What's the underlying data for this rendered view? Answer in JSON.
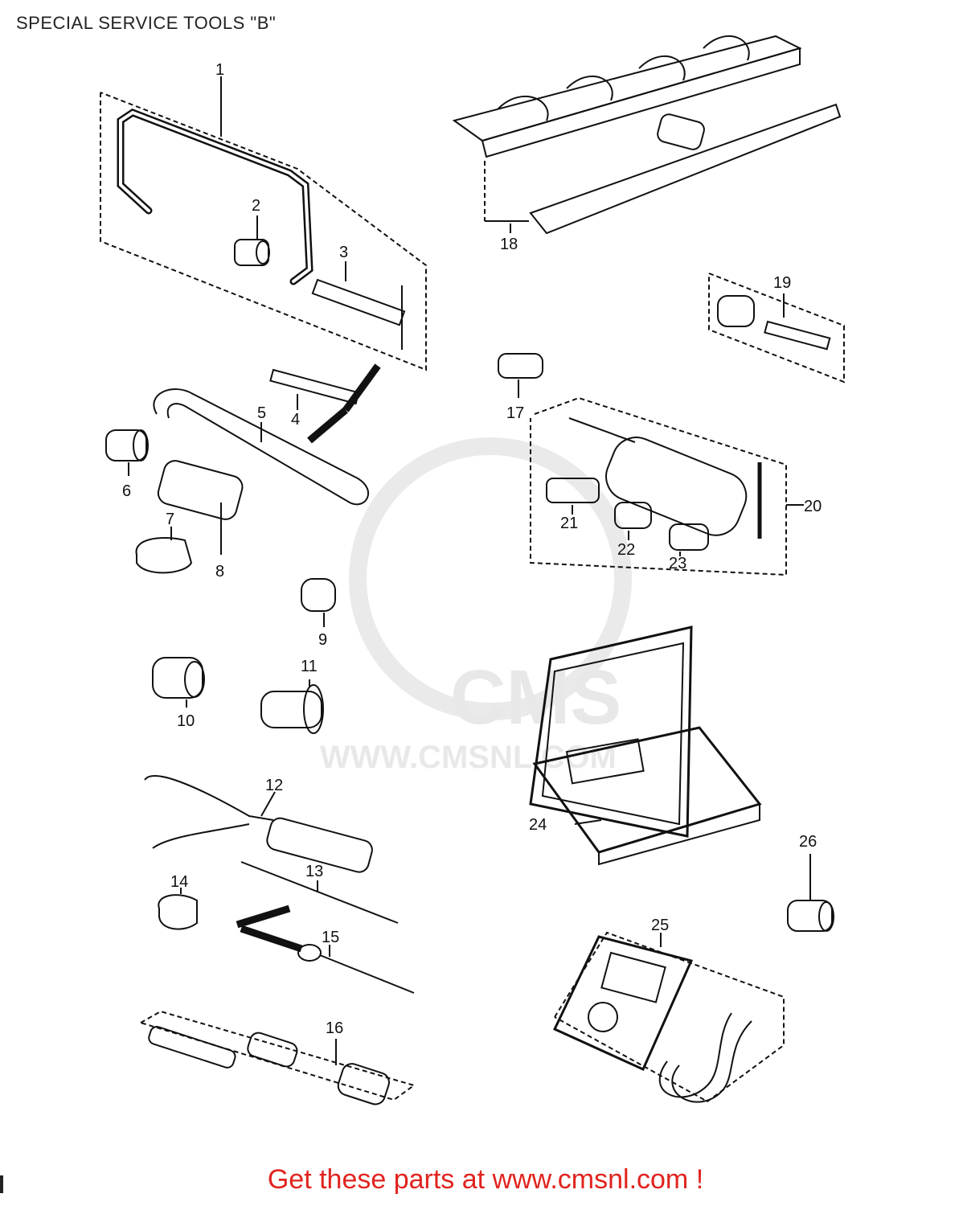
{
  "page": {
    "title": "SPECIAL SERVICE TOOLS \"B\"",
    "footer": "Get these parts at www.cmsnl.com !"
  },
  "watermark": {
    "brand": "CMS",
    "url": "WWW.CMSNL.COM"
  },
  "callouts": [
    "1",
    "2",
    "3",
    "4",
    "5",
    "6",
    "7",
    "8",
    "9",
    "10",
    "11",
    "12",
    "13",
    "14",
    "15",
    "16",
    "17",
    "18",
    "19",
    "20",
    "21",
    "22",
    "23",
    "24",
    "25",
    "26"
  ],
  "colors": {
    "line": "#111111",
    "footer_text": "#e0231e",
    "watermark": "#e6e6e6"
  }
}
